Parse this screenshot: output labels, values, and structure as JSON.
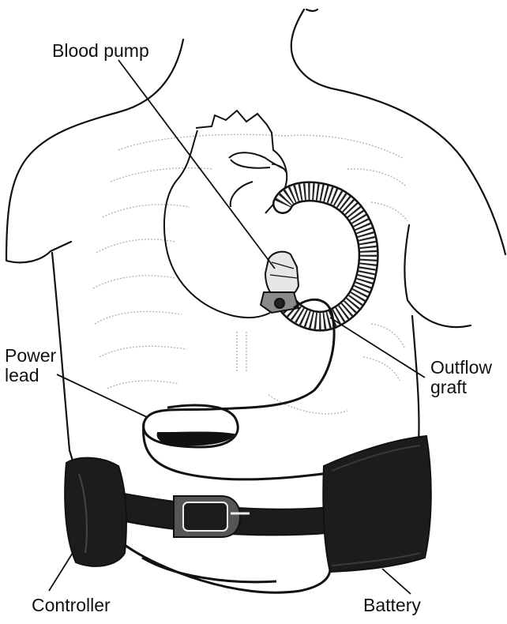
{
  "labels": {
    "blood_pump": "Blood pump",
    "power_lead_line1": "Power",
    "power_lead_line2": "lead",
    "outflow_graft_line1": "Outflow",
    "outflow_graft_line2": "graft",
    "controller": "Controller",
    "battery": "Battery"
  },
  "colors": {
    "ink": "#111111",
    "background": "#ffffff",
    "rib_outline": "#b5b5b5",
    "belt_fill": "#1c1c1c"
  },
  "icons": {
    "torso": "torso-outline-drawing",
    "ribcage": "ribcage-outline",
    "heart": "heart-outline",
    "pump": "blood-pump-device",
    "graft": "corrugated-graft-tube",
    "belt": "waist-belt",
    "controller": "controller-pack",
    "battery": "battery-pack"
  }
}
